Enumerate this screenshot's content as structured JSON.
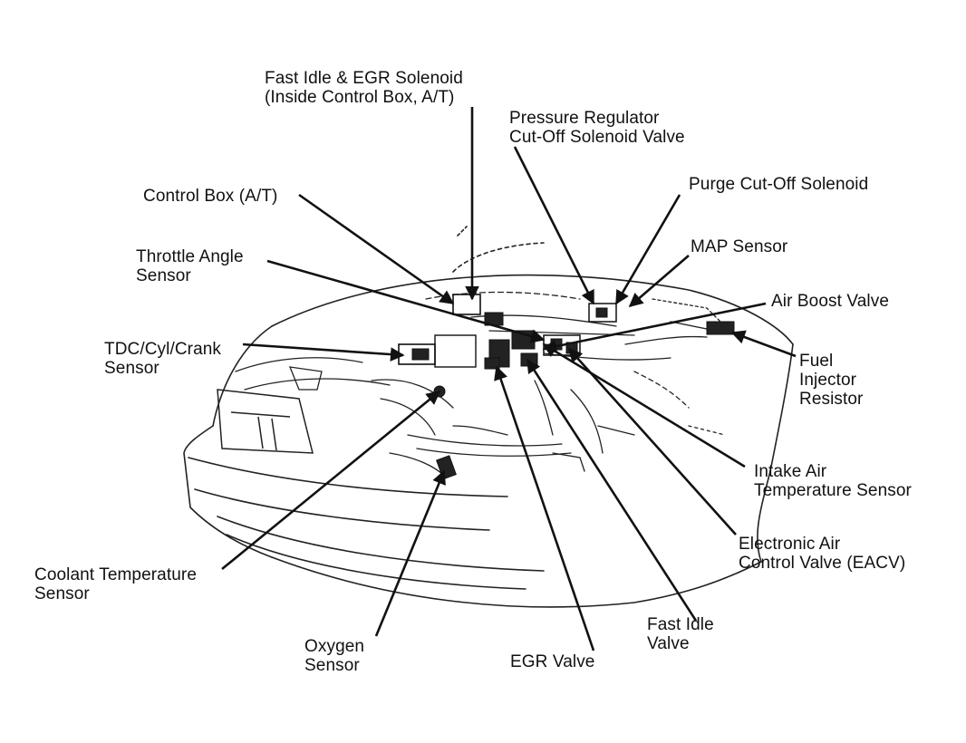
{
  "diagram": {
    "ink_color": "#111111",
    "background": "#ffffff",
    "labels": {
      "fast_idle_egr_solenoid": [
        "Fast Idle & EGR Solenoid",
        "(Inside Control Box, A/T)"
      ],
      "pressure_regulator": [
        "Pressure Regulator",
        "Cut-Off Solenoid Valve"
      ],
      "control_box": [
        "Control Box (A/T)"
      ],
      "purge_cutoff": [
        "Purge Cut-Off Solenoid"
      ],
      "throttle_angle": [
        "Throttle Angle",
        "Sensor"
      ],
      "map_sensor": [
        "MAP Sensor"
      ],
      "air_boost": [
        "Air Boost Valve"
      ],
      "tdc_sensor": [
        "TDC/Cyl/Crank",
        "Sensor"
      ],
      "fuel_injector_resistor": [
        "Fuel",
        "Injector",
        "Resistor"
      ],
      "intake_air_temp": [
        "Intake Air",
        "Temperature Sensor"
      ],
      "eacv": [
        "Electronic Air",
        "Control Valve (EACV)"
      ],
      "coolant_temp": [
        "Coolant Temperature",
        "Sensor"
      ],
      "fast_idle_valve": [
        "Fast Idle",
        "Valve"
      ],
      "oxygen_sensor": [
        "Oxygen",
        "Sensor"
      ],
      "egr_valve": [
        "EGR Valve"
      ]
    }
  }
}
